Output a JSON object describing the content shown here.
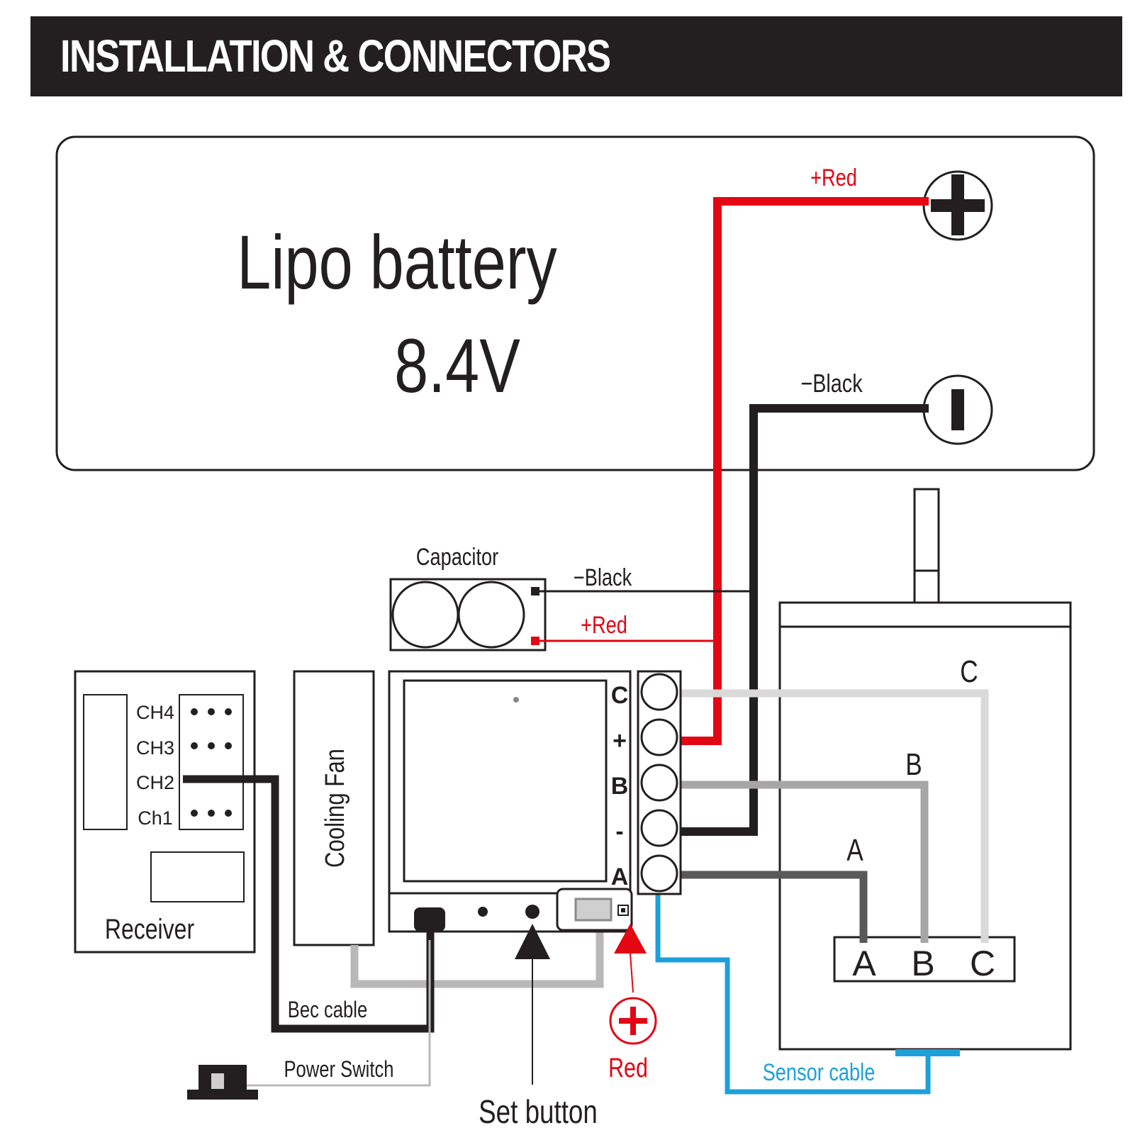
{
  "header": {
    "title": "INSTALLATION & CONNECTORS"
  },
  "battery": {
    "name": "Lipo battery",
    "voltage": "8.4V"
  },
  "battery_wires": {
    "positive_label": "+Red",
    "negative_label": "−Black"
  },
  "capacitor": {
    "title": "Capacitor",
    "negative_label": "−Black",
    "positive_label": "+Red"
  },
  "receiver": {
    "title": "Receiver",
    "channels": [
      "CH4",
      "CH3",
      "CH2",
      "Ch1"
    ]
  },
  "cooling_fan": {
    "label": "Cooling Fan"
  },
  "esc": {
    "terminals": [
      "C",
      "+",
      "B",
      "-",
      "A"
    ]
  },
  "motor": {
    "phase_labels": [
      "A",
      "B",
      "C"
    ],
    "wire_labels": {
      "c": "C",
      "b": "B",
      "a": "A"
    }
  },
  "labels": {
    "bec_cable": "Bec cable",
    "power_switch": "Power Switch",
    "set_button": "Set button",
    "red": "Red",
    "sensor_cable": "Sensor cable"
  },
  "colors": {
    "red_wire": "#e30613",
    "black_wire": "#231f20",
    "sensor_wire": "#1ca0dc",
    "wire_c": "#d9d9d9",
    "wire_b": "#a6a6a6",
    "wire_a": "#595959",
    "bec_wire": "#b8b8b8"
  }
}
